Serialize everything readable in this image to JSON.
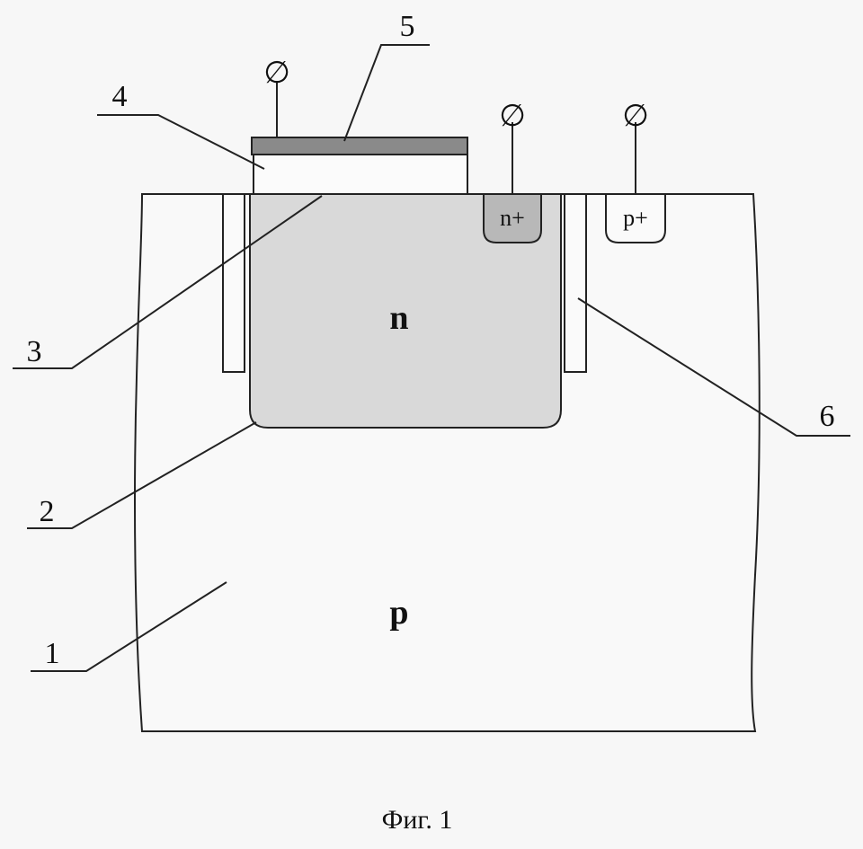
{
  "diagram": {
    "regions": {
      "substrate": "p",
      "well": "n",
      "contact_n": "n+",
      "contact_p": "p+"
    },
    "callouts": [
      "1",
      "2",
      "3",
      "4",
      "5",
      "6"
    ],
    "terminal_symbol": "∅",
    "caption": "Фиг. 1",
    "colors": {
      "background": "#f7f7f7",
      "substrate": "#f9f9f9",
      "n_well": "#d9d9d9",
      "n_plus": "#b8b8b8",
      "electrode": "#8a8a8a",
      "line": "#222222"
    }
  }
}
